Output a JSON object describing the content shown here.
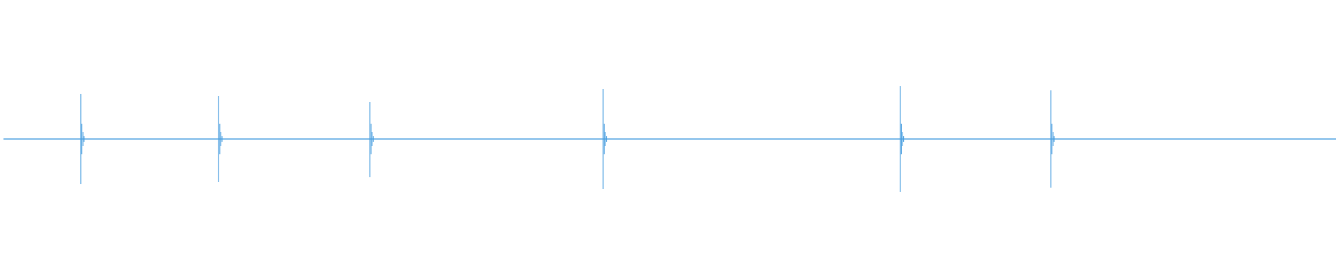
{
  "chart_data": {
    "type": "line",
    "title": "",
    "xlabel": "",
    "ylabel": "",
    "xlim": [
      0,
      1000
    ],
    "ylim": [
      -1,
      1
    ],
    "grid": false,
    "legend": "none",
    "color": "#4a9fe0",
    "baseline": 0,
    "spikes": [
      {
        "x": 58,
        "max": 0.65,
        "min": -0.65
      },
      {
        "x": 161.5,
        "max": 0.62,
        "min": -0.62
      },
      {
        "x": 275,
        "max": 0.53,
        "min": -0.55
      },
      {
        "x": 450,
        "max": 0.72,
        "min": -0.72
      },
      {
        "x": 673,
        "max": 0.76,
        "min": -0.76
      },
      {
        "x": 786,
        "max": 0.7,
        "min": -0.7
      }
    ]
  }
}
